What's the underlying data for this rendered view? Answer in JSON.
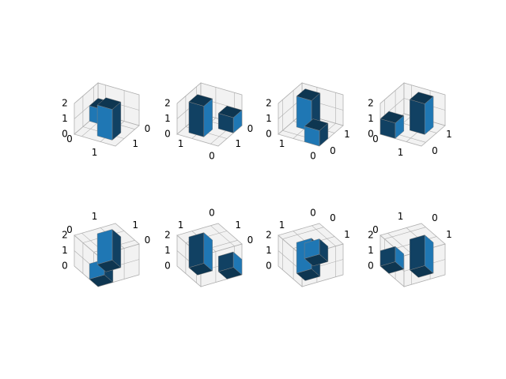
{
  "chart_data": [
    {
      "type": "bar3d",
      "x": [
        0,
        1
      ],
      "y": [
        0,
        1
      ],
      "z": [
        1,
        2
      ],
      "ticks": {
        "x": [
          "0",
          "1"
        ],
        "y": [
          "0",
          "1"
        ],
        "z": [
          "0",
          "1",
          "2"
        ]
      },
      "view": {
        "elev": 30,
        "azim": 30
      }
    },
    {
      "type": "bar3d",
      "x": [
        0,
        1
      ],
      "y": [
        0,
        1
      ],
      "z": [
        1,
        2
      ],
      "ticks": {
        "x": [
          "0",
          "1"
        ],
        "y": [
          "0",
          "1"
        ],
        "z": [
          "0",
          "1",
          "2"
        ]
      },
      "view": {
        "elev": 30,
        "azim": 120
      }
    },
    {
      "type": "bar3d",
      "x": [
        0,
        1
      ],
      "y": [
        0,
        1
      ],
      "z": [
        1,
        2
      ],
      "ticks": {
        "x": [
          "0",
          "1"
        ],
        "y": [
          "0",
          "1"
        ],
        "z": [
          "0",
          "1",
          "2"
        ]
      },
      "view": {
        "elev": 30,
        "azim": 210
      }
    },
    {
      "type": "bar3d",
      "x": [
        0,
        1
      ],
      "y": [
        0,
        1
      ],
      "z": [
        1,
        2
      ],
      "ticks": {
        "x": [
          "0",
          "1"
        ],
        "y": [
          "0",
          "1"
        ],
        "z": [
          "0",
          "1",
          "2"
        ]
      },
      "view": {
        "elev": 30,
        "azim": 300
      }
    },
    {
      "type": "bar3d",
      "x": [
        0,
        1
      ],
      "y": [
        0,
        1
      ],
      "z": [
        1,
        2
      ],
      "ticks": {
        "x": [
          "0",
          "1"
        ],
        "y": [
          "0",
          "1"
        ],
        "z": [
          "0",
          "1",
          "2"
        ]
      },
      "view": {
        "elev": -30,
        "azim": 30
      }
    },
    {
      "type": "bar3d",
      "x": [
        0,
        1
      ],
      "y": [
        0,
        1
      ],
      "z": [
        1,
        2
      ],
      "ticks": {
        "x": [
          "0",
          "1"
        ],
        "y": [
          "0",
          "1"
        ],
        "z": [
          "0",
          "1",
          "2"
        ]
      },
      "view": {
        "elev": -30,
        "azim": 120
      }
    },
    {
      "type": "bar3d",
      "x": [
        0,
        1
      ],
      "y": [
        0,
        1
      ],
      "z": [
        1,
        2
      ],
      "ticks": {
        "x": [
          "0",
          "1"
        ],
        "y": [
          "0",
          "1"
        ],
        "z": [
          "0",
          "1",
          "2"
        ]
      },
      "view": {
        "elev": -30,
        "azim": 210
      }
    },
    {
      "type": "bar3d",
      "x": [
        0,
        1
      ],
      "y": [
        0,
        1
      ],
      "z": [
        1,
        2
      ],
      "ticks": {
        "x": [
          "0",
          "1"
        ],
        "y": [
          "0",
          "1"
        ],
        "z": [
          "0",
          "1",
          "2"
        ]
      },
      "view": {
        "elev": -30,
        "azim": 300
      }
    }
  ],
  "colors": {
    "bar": "#1f77b4",
    "pane": "#f2f2f2",
    "grid": "#b0b0b0",
    "edge": "#808080"
  }
}
